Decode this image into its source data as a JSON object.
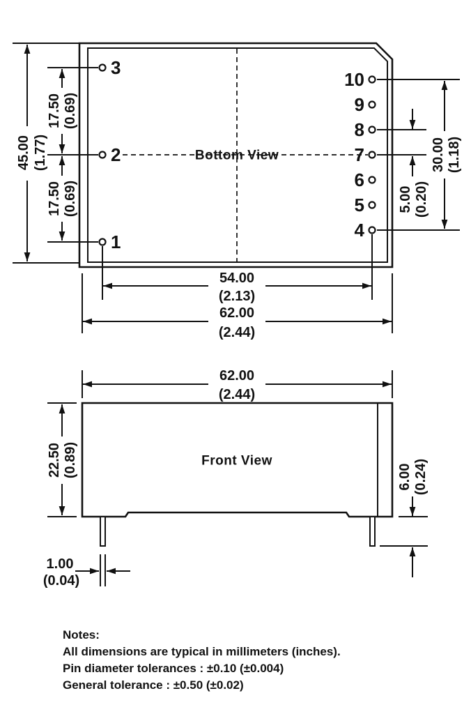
{
  "drawing": {
    "bottom_view": {
      "title": "Bottom View",
      "left_pins": [
        "3",
        "2",
        "1"
      ],
      "right_pins": [
        "10",
        "9",
        "8",
        "7",
        "6",
        "5",
        "4"
      ],
      "dims": {
        "overall_height": {
          "mm": "45.00",
          "in": "(1.77)"
        },
        "left_pitch_upper": {
          "mm": "17.50",
          "in": "(0.69)"
        },
        "left_pitch_lower": {
          "mm": "17.50",
          "in": "(0.69)"
        },
        "right_span": {
          "mm": "30.00",
          "in": "(1.18)"
        },
        "right_pitch": {
          "mm": "5.00",
          "in": "(0.20)"
        },
        "pin_column_span": {
          "mm": "54.00",
          "in": "(2.13)"
        },
        "overall_width": {
          "mm": "62.00",
          "in": "(2.44)"
        }
      }
    },
    "front_view": {
      "title": "Front View",
      "dims": {
        "overall_width": {
          "mm": "62.00",
          "in": "(2.44)"
        },
        "body_height": {
          "mm": "22.50",
          "in": "(0.89)"
        },
        "pin_length": {
          "mm": "6.00",
          "in": "(0.24)"
        },
        "pin_width": {
          "mm": "1.00",
          "in": "(0.04)"
        }
      }
    },
    "notes": {
      "heading": "Notes:",
      "lines": [
        "All dimensions are typical in millimeters (inches).",
        "Pin diameter tolerances : ±0.10 (±0.004)",
        "General tolerance : ±0.50 (±0.02)"
      ]
    }
  }
}
